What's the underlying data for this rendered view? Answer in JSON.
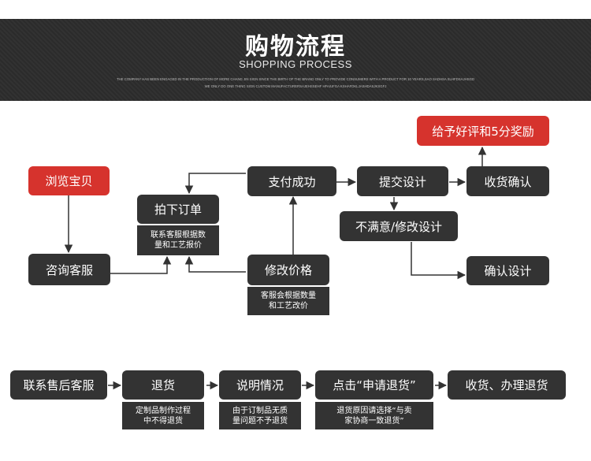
{
  "header": {
    "title": "购物流程",
    "subtitle": "SHOPPING PROCESS",
    "line1": "THE COMPANY HAS BEEN ENGAGED IN THE PRODUCTION OF MORE CHANG JIN SIGN SINCE THE BIRTH OF THE BRAND ONLY TO PROVIDE CONSUMERS WITH A PRODUCT FOR 10 YEARS,SAO SADHSA SLHFDSAJHSGD",
    "line2": "WE ONLY DO ONE THING SIGN CUSTOM MANUFACTURERSAJEHSSEHF HFAIUFGA KSHAFDKLJASHDASJKSGFJ"
  },
  "flow": {
    "browse": "浏览宝贝",
    "consult": "咨询客服",
    "order": "拍下订单",
    "order_note_1": "联系客服根据数",
    "order_note_2": "量和工艺报价",
    "modify_price": "修改价格",
    "modify_note_1": "客服会根据数量",
    "modify_note_2": "和工艺改价",
    "paid": "支付成功",
    "submit_design": "提交设计",
    "unsatisfied": "不满意/修改设计",
    "confirm_design": "确认设计",
    "confirm_receipt": "收货确认",
    "review_reward": "给予好评和5分奖励"
  },
  "returns": {
    "contact": "联系售后客服",
    "return": "退货",
    "return_note_1": "定制品制作过程",
    "return_note_2": "中不得退货",
    "explain": "说明情况",
    "explain_note_1": "由于订制品无质",
    "explain_note_2": "量问题不予退货",
    "apply": "点击“申请退货”",
    "apply_note_1": "退货原因请选择“与卖",
    "apply_note_2": "家协商一致退货”",
    "finish": "收货、办理退货"
  },
  "colors": {
    "box": "#333333",
    "accent": "#d6332d",
    "arrow": "#333333"
  }
}
